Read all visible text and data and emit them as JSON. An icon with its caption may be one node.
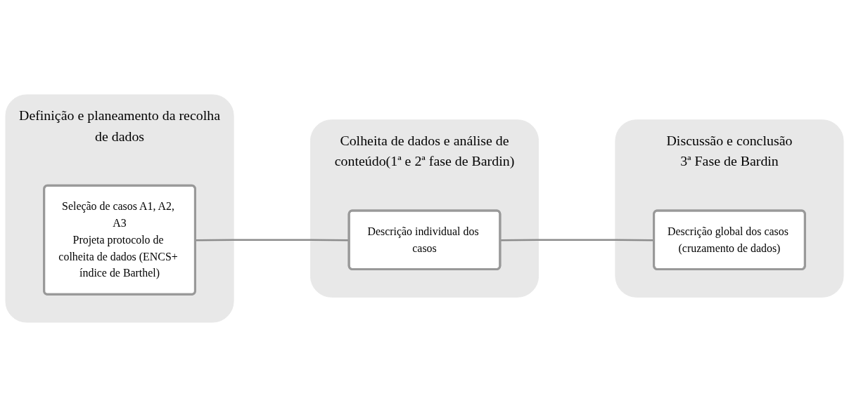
{
  "diagram": {
    "nodes": [
      {
        "text": [
          "Definição e planeamento da recolha de dados"
        ]
      },
      {
        "text": [
          "Seleção de casos A1, A2, A3",
          "Projeta protocolo de colheita de dados (ENCS+ índice de Barthel)"
        ],
        "in": 0
      },
      {
        "text": [
          "Colheita de dados e análise de conteúdo(1ª e 2ª fase de Bardin)"
        ]
      },
      {
        "text": [
          "Descrição individual dos casos"
        ],
        "in": 2
      },
      {
        "text": [
          "Discussão e conclusão",
          "3ª Fase de Bardin"
        ]
      },
      {
        "text": [
          "Descrição global dos casos (cruzamento de dados)"
        ],
        "in": 4
      }
    ],
    "edges": [
      {
        "from": 1,
        "to": 3,
        "arrow": "none"
      },
      {
        "from": 3,
        "to": 5,
        "arrow": "none"
      }
    ]
  }
}
